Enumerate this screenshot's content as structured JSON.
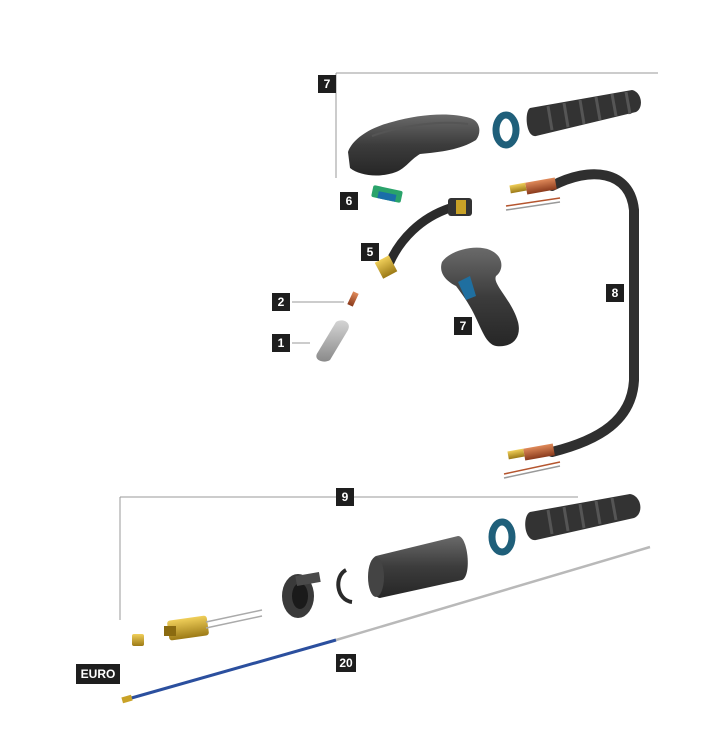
{
  "callouts": {
    "c1": "1",
    "c2": "2",
    "c5": "5",
    "c6": "6",
    "c7_top": "7",
    "c7_mid": "7",
    "c8": "8",
    "c9": "9",
    "c20": "20",
    "euro": "EURO"
  },
  "colors": {
    "tag_bg": "#1e1e1e",
    "rubber": "#3a3a3a",
    "rubber_light": "#5a5a5a",
    "brass": "#c9a227",
    "copper": "#b5552e",
    "blue_ring": "#1f5f7a",
    "liner_blue": "#2b4f9e",
    "liner_grey": "#b9b9b9",
    "nozzle": "#a9a9a9",
    "switch_green": "#2aa36b"
  }
}
